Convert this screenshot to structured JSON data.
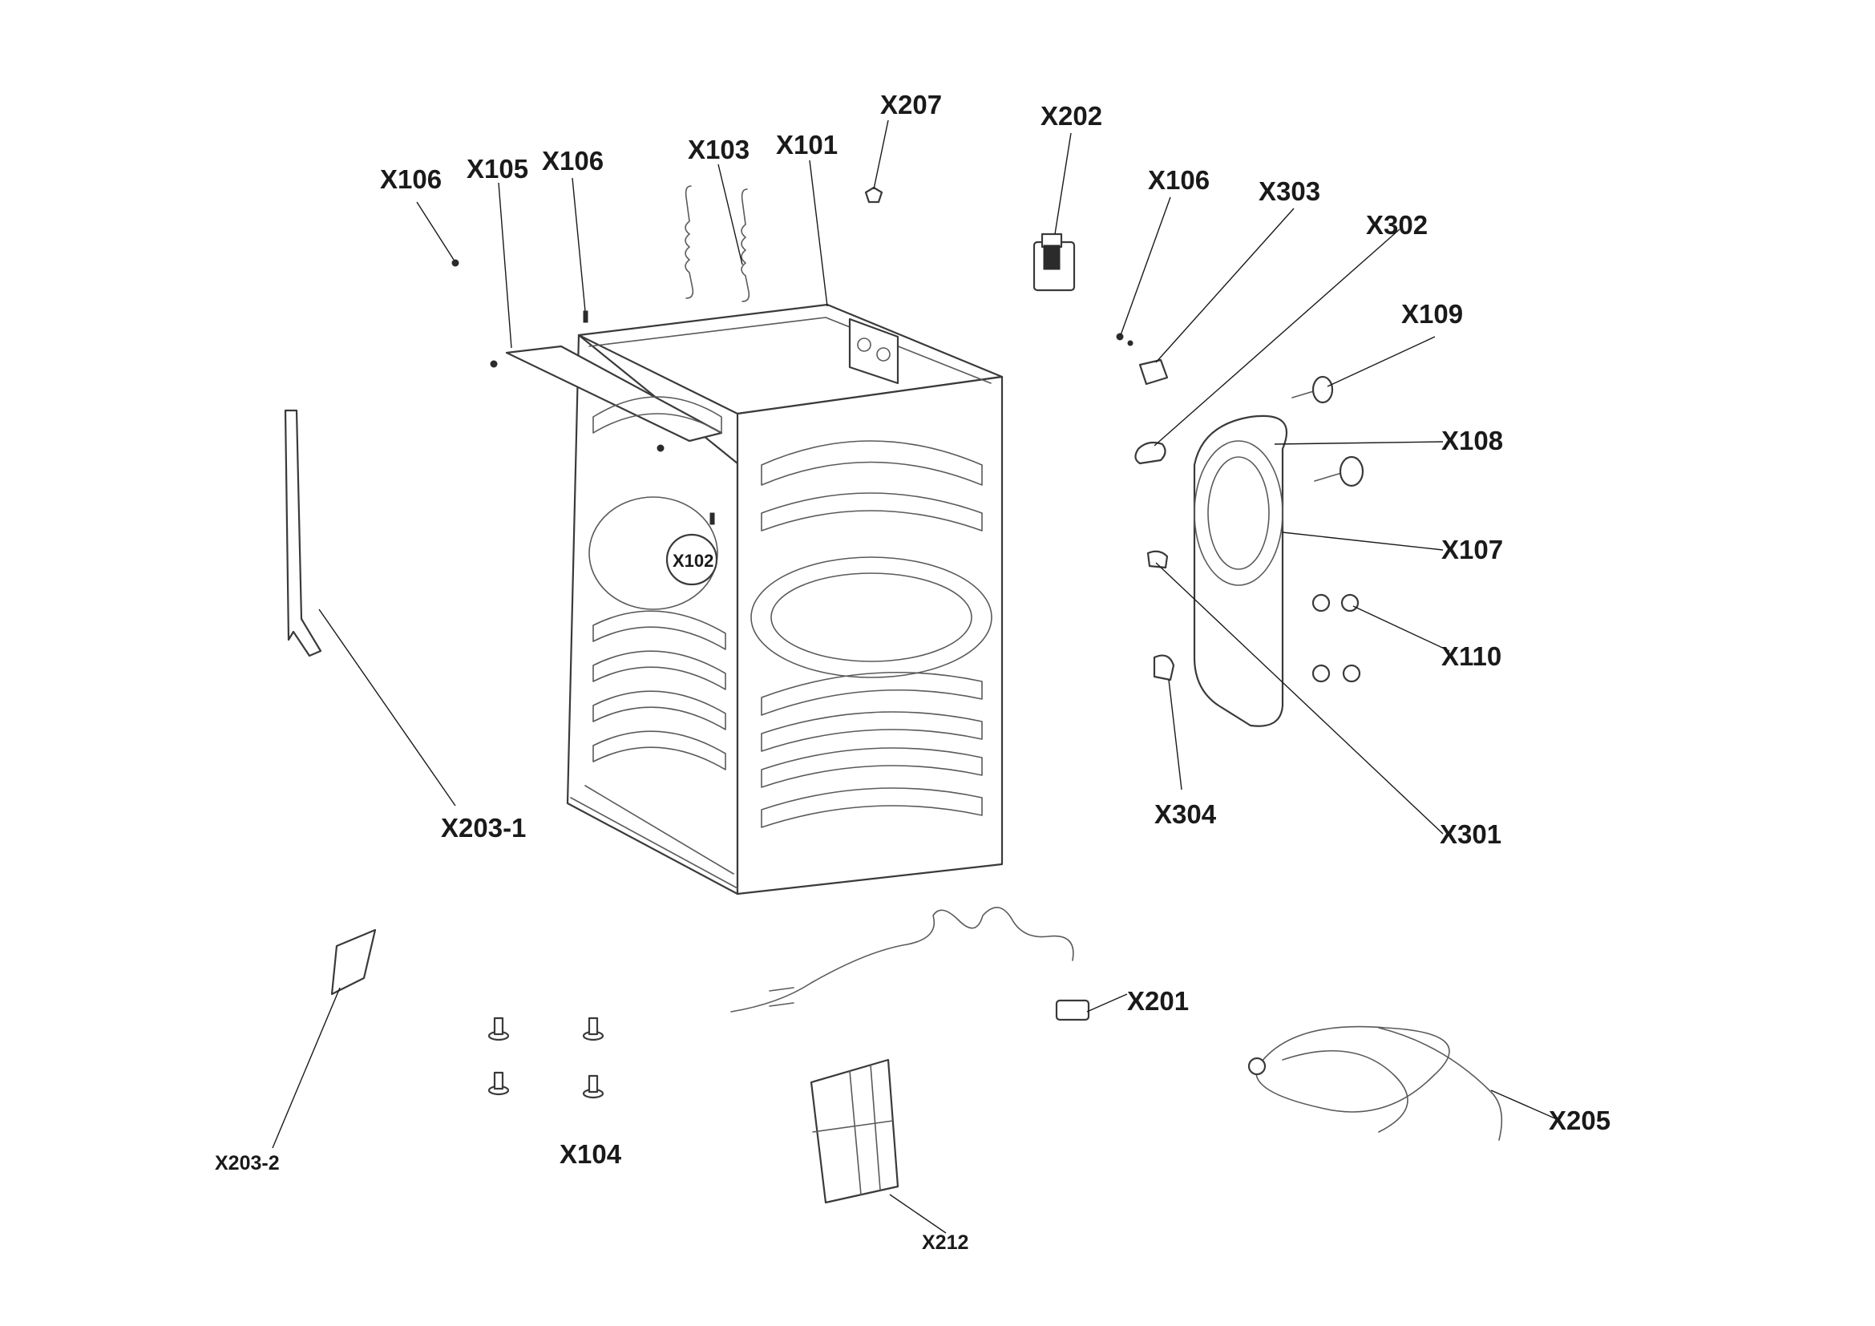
{
  "labels": {
    "X106_a": "X106",
    "X105": "X105",
    "X106_b": "X106",
    "X103": "X103",
    "X101": "X101",
    "X207": "X207",
    "X202": "X202",
    "X106_c": "X106",
    "X303": "X303",
    "X302": "X302",
    "X109": "X109",
    "X108": "X108",
    "X107": "X107",
    "X110": "X110",
    "X102": "X102",
    "X203_1": "X203-1",
    "X304": "X304",
    "X301": "X301",
    "X201": "X201",
    "X205": "X205",
    "X203_2": "X203-2",
    "X104": "X104",
    "X212": "X212"
  }
}
